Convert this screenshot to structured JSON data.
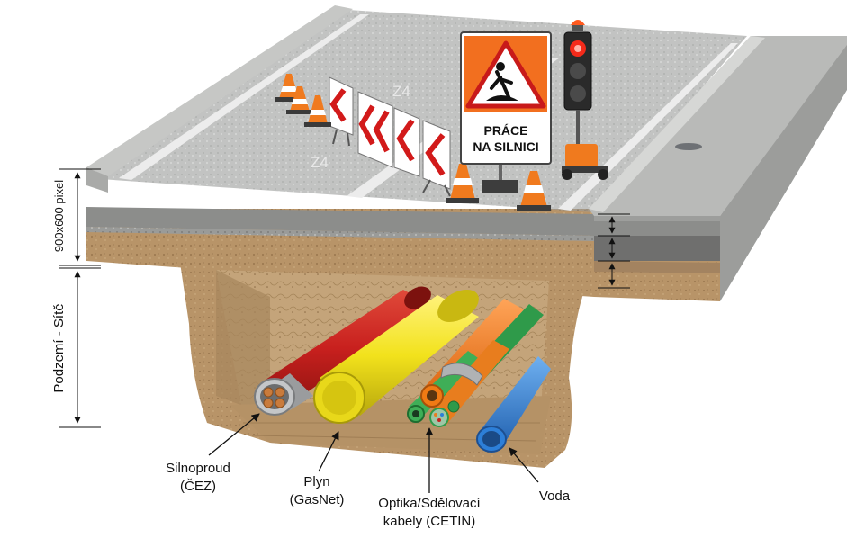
{
  "dimensions": {
    "top_label": "900x600 pixel",
    "bottom_label": "Podzemí - Sítě"
  },
  "road": {
    "lane_mark_1": "Z4",
    "lane_mark_2": "Z4"
  },
  "sign": {
    "line1": "PRÁCE",
    "line2": "NA SILNICI"
  },
  "utilities": [
    {
      "line1": "Silnoproud",
      "line2": "(ČEZ)",
      "color": "#c8201e"
    },
    {
      "line1": "Plyn",
      "line2": "(GasNet)",
      "color": "#f2e21c"
    },
    {
      "line1": "Optika/Sdělovací",
      "line2": "kabely (CETIN)",
      "color": "#f07a14"
    },
    {
      "line1": "Voda",
      "line2": "",
      "color": "#2d7fd8"
    }
  ],
  "colors": {
    "asphalt": "#3b3b3d",
    "soil": "#b89468",
    "pavement": "#b9bab8",
    "sign_orange": "#f26f1f"
  }
}
